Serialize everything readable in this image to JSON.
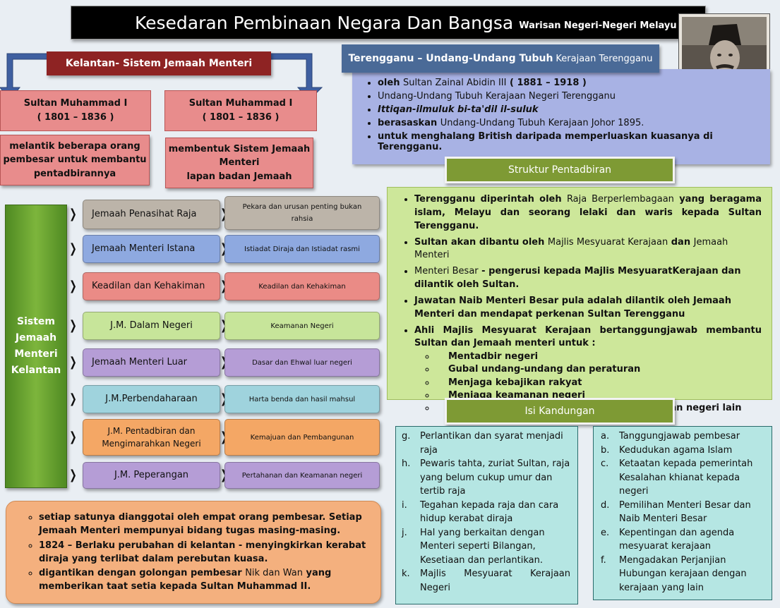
{
  "header": {
    "title": "Kesedaran Pembinaan Negara Dan Bangsa",
    "subtitle": "Warisan Negeri-Negeri Melayu"
  },
  "kelantan": {
    "header": "Kelantan- Sistem Jemaah Menteri",
    "sultan_left": {
      "name": "Sultan Muhammad I",
      "years": "( 1801 – 1836 )"
    },
    "sultan_right": {
      "name": "Sultan Muhammad I",
      "years": "( 1801 – 1836 )"
    },
    "desc_left": [
      "melantik beberapa orang",
      "pembesar untuk membantu",
      "pentadbirannya"
    ],
    "desc_right": [
      "membentuk Sistem Jemaah",
      "Menteri",
      "lapan badan Jemaah"
    ]
  },
  "system": {
    "label_lines": [
      "Sistem",
      "Jemaah",
      "Menteri",
      "Kelantan"
    ],
    "colors": {
      "gray": "#bcb4a9",
      "blue": "#8ea9e0",
      "red": "#ea8b86",
      "green": "#c7e59a",
      "purple": "#b59dd6",
      "teal": "#9fd3dd",
      "orange": "#f4a765"
    },
    "rows": [
      {
        "jemaah": "Jemaah Penasihat Raja",
        "duty": [
          "Pekara dan urusan penting bukan",
          "rahsia"
        ],
        "color": "gray"
      },
      {
        "jemaah": "Jemaah Menteri Istana",
        "duty": [
          "Istiadat Diraja dan Istiadat rasmi"
        ],
        "color": "blue"
      },
      {
        "jemaah": "Keadilan dan Kehakiman",
        "duty": [
          "Keadilan dan Kehakiman"
        ],
        "color": "red"
      },
      {
        "jemaah": "J.M. Dalam Negeri",
        "duty": [
          "Keamanan Negeri"
        ],
        "color": "green"
      },
      {
        "jemaah": "Jemaah Menteri Luar",
        "duty": [
          "Dasar dan Ehwal luar negeri"
        ],
        "color": "purple"
      },
      {
        "jemaah": "J.M.Perbendaharaan",
        "duty": [
          "Harta benda dan hasil mahsul"
        ],
        "color": "teal"
      },
      {
        "jemaah": "J.M. Pentadbiran dan Mengimarahkan Negeri",
        "duty": [
          "Kemajuan dan Pembangunan"
        ],
        "color": "orange"
      },
      {
        "jemaah": "J.M. Peperangan",
        "duty": [
          "Pertahanan dan Keamanan negeri"
        ],
        "color": "purple"
      }
    ]
  },
  "notes": [
    "setiap satunya dianggotai oleh empat orang pembesar. Setiap Jemaah Menteri mempunyai bidang tugas masing-masing.",
    "1824 – Berlaku perubahan di kelantan - menyingkirkan kerabat diraja yang terlibat dalam perebutan kuasa.",
    {
      "a": "digantikan dengan golongan pembesar ",
      "b": "Nik dan Wan",
      "c": " yang memberikan taat setia kepada Sultan Muhammad II."
    }
  ],
  "terengganu": {
    "header_bold": "Terengganu – Undang-Undang Tubuh",
    "header_rest": "Kerajaan Terengganu",
    "points": [
      {
        "a": "oleh ",
        "b": "Sultan Zainal Abidin III",
        "c": " ( 1881 – 1918 )"
      },
      {
        "text": "Undang-Undang Tubuh Kerajaan Negeri Terengganu"
      },
      {
        "text": "Ittiqan-ilmuluk bi-ta'dil il-suluk"
      },
      {
        "a": "berasaskan ",
        "b": "Undang-Undang Tubuh Kerajaan Johor 1895."
      },
      {
        "text": "untuk menghalang British daripada memperluaskan kuasanya di Terengganu."
      }
    ]
  },
  "struktur": {
    "title": "Struktur Pentadbiran",
    "p1": {
      "a": "Terengganu diperintah oleh ",
      "b": "Raja Berperlembagaan",
      "c": " yang beragama islam, Melayu dan seorang lelaki dan waris kepada Sultan Terengganu."
    },
    "p2": {
      "a": "Sultan akan dibantu oleh ",
      "b": "Majlis Mesyuarat Kerajaan",
      "c": " dan ",
      "d": "Jemaah Menteri"
    },
    "p3": {
      "a": "Menteri Besar",
      "b": " - pengerusi kepada Majlis MesyuaratKerajaan dan dilantik oleh Sultan."
    },
    "p4": "Jawatan Naib Menteri Besar pula adalah dilantik oleh Jemaah Menteri dan mendapat perkenan Sultan Terengganu",
    "p5": "Ahli Majlis Mesyuarat Kerajaan bertanggungjawab membantu Sultan dan Jemaah menteri  untuk :",
    "subpoints": [
      "Mentadbir negeri",
      "Gubal undang-undang dan peraturan",
      "Menjaga kebajikan rakyat",
      "Menjaga keamanan negeri",
      "Menjalinkan hubungan persahabatan dengan negeri lain"
    ]
  },
  "isi": {
    "title": "Isi Kandungan",
    "left": [
      {
        "k": "g.",
        "v": "Perlantikan dan syarat menjadi raja"
      },
      {
        "k": "h.",
        "v": "Pewaris tahta, zuriat Sultan, raja yang belum cukup umur dan tertib raja"
      },
      {
        "k": "i.",
        "v": "Tegahan kepada raja dan cara hidup kerabat diraja"
      },
      {
        "k": "j.",
        "v": "Hal yang berkaitan dengan Menteri  seperti Bilangan, Kesetiaan dan perlantikan."
      },
      {
        "k": "k.",
        "v": "Majlis Mesyuarat Kerajaan Negeri"
      }
    ],
    "right": [
      {
        "k": "a.",
        "v": "Tanggungjawab pembesar"
      },
      {
        "k": "b.",
        "v": "Kedudukan agama Islam"
      },
      {
        "k": "c.",
        "v": "Ketaatan kepada pemerintah Kesalahan khianat kepada negeri"
      },
      {
        "k": "d.",
        "v": "Pemilihan Menteri Besar dan Naib Menteri Besar"
      },
      {
        "k": "e.",
        "v": "Kepentingan dan agenda mesyuarat kerajaan"
      },
      {
        "k": "f.",
        "v": "Mengadakan Perjanjian Hubungan kerajaan dengan kerajaan yang lain"
      }
    ]
  }
}
